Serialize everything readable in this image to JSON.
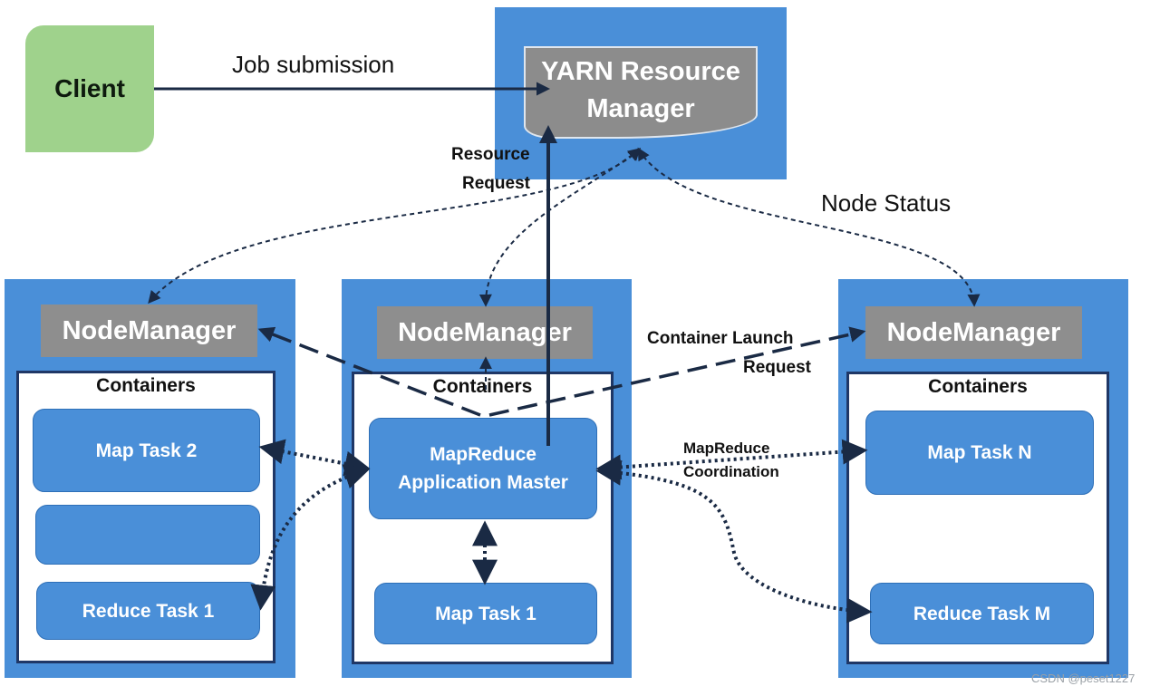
{
  "client": {
    "label": "Client"
  },
  "resource_manager": {
    "line1": "YARN Resource",
    "line2": "Manager"
  },
  "labels": {
    "job_submission": "Job submission",
    "resource_request_1": "Resource",
    "resource_request_2": "Request",
    "node_status": "Node Status",
    "container_launch_1": "Container Launch",
    "container_launch_2": "Request",
    "mr_coord_1": "MapReduce",
    "mr_coord_2": "Coordination"
  },
  "nodes": [
    {
      "manager": "NodeManager",
      "containers": "Containers",
      "tasks": [
        "Map Task 2",
        "",
        "Reduce Task 1"
      ]
    },
    {
      "manager": "NodeManager",
      "containers": "Containers",
      "tasks": [
        "MapReduce Application Master",
        "Map Task 1"
      ]
    },
    {
      "manager": "NodeManager",
      "containers": "Containers",
      "tasks": [
        "Map Task N",
        "Reduce Task M"
      ]
    }
  ],
  "watermark": "CSDN @peset1227"
}
